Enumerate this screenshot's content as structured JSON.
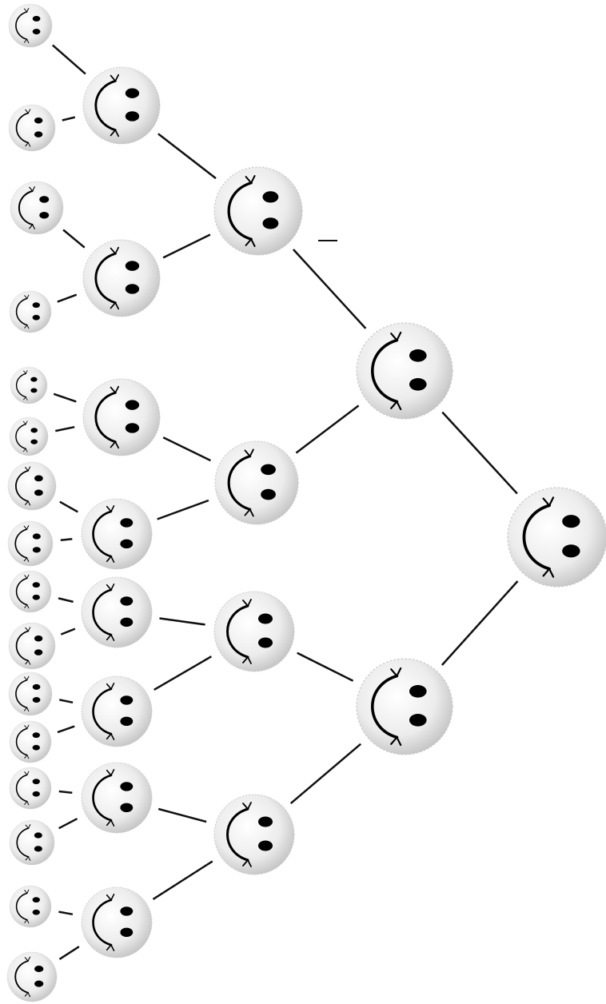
{
  "diagram": {
    "type": "binary-tree",
    "orientation": "root-right",
    "node_icon": "smiley-face-icon",
    "node_fill": "#f1f1f1",
    "node_shadow": "#c9c9c9",
    "line_color": "#111111",
    "levels": 5,
    "children_per_node": 2,
    "leaf_count": 16
  }
}
